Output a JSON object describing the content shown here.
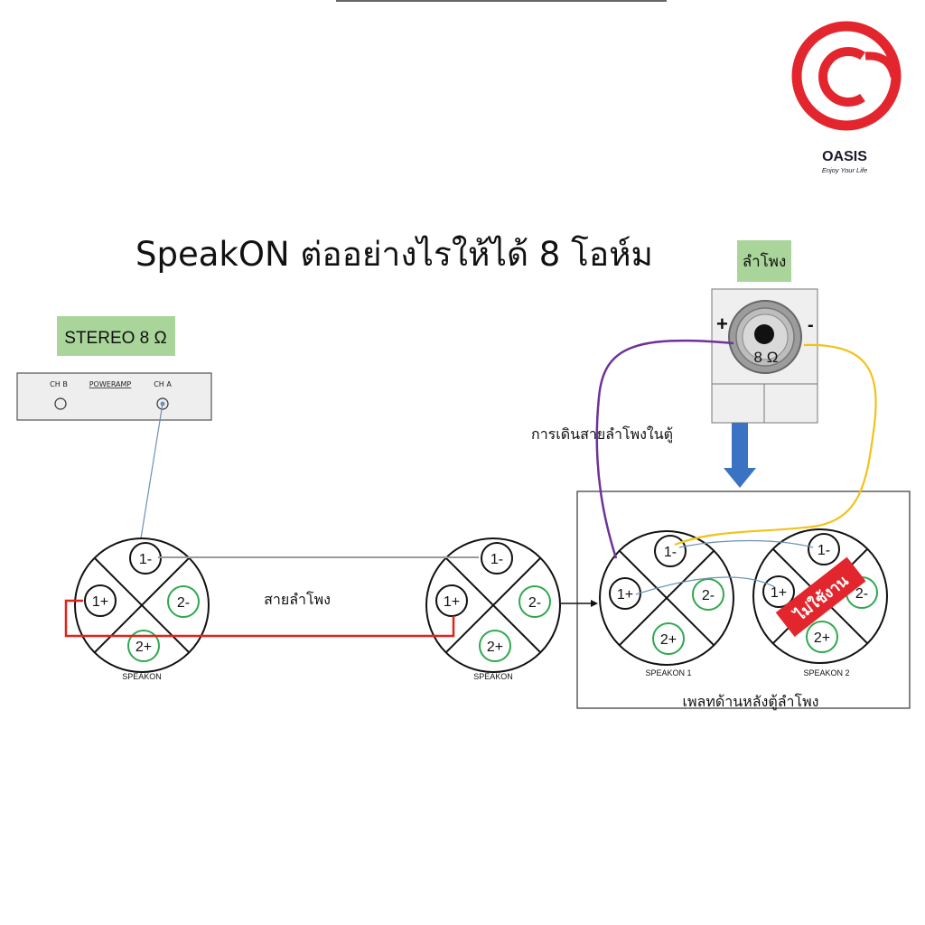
{
  "title": "SpeakON ต่ออย่างไรให้ได้ 8 โอห์ม",
  "brand": {
    "name": "OASIS",
    "tagline": "Enjoy Your Life",
    "colors": {
      "red": "#e3262d",
      "dark": "#1a1a2e"
    }
  },
  "stereo_label": "STEREO 8 Ω",
  "poweramp": {
    "label": "POWERAMP",
    "ch_b": "CH B",
    "ch_a": "CH A"
  },
  "speaker": {
    "label": "ลำโพง",
    "impedance": "8 Ω",
    "plus": "+",
    "minus": "-"
  },
  "cabinet_wiring_label": "การเดินสายลำโพงในตู้",
  "cable_label": "สายลำโพง",
  "rear_panel_label": "เพลทด้านหลังตู้ลำโพง",
  "not_used_label": "ไม่ใช้งาน",
  "pins": {
    "p1m": "1-",
    "p1p": "1+",
    "p2m": "2-",
    "p2p": "2+"
  },
  "connectors": {
    "c1": "SPEAKON",
    "c2": "SPEAKON",
    "c3": "SPEAKON 1",
    "c4": "SPEAKON 2"
  },
  "colors": {
    "red_wire": "#e0231b",
    "gray_wire": "#9a9a9a",
    "purple_wire": "#6f3198",
    "yellow_wire": "#f2c218",
    "blue_wire": "#6e91b3",
    "green_pin": "#2fa84f",
    "label_bg": "#a9d59a",
    "arrow_blue": "#3a73c4"
  }
}
